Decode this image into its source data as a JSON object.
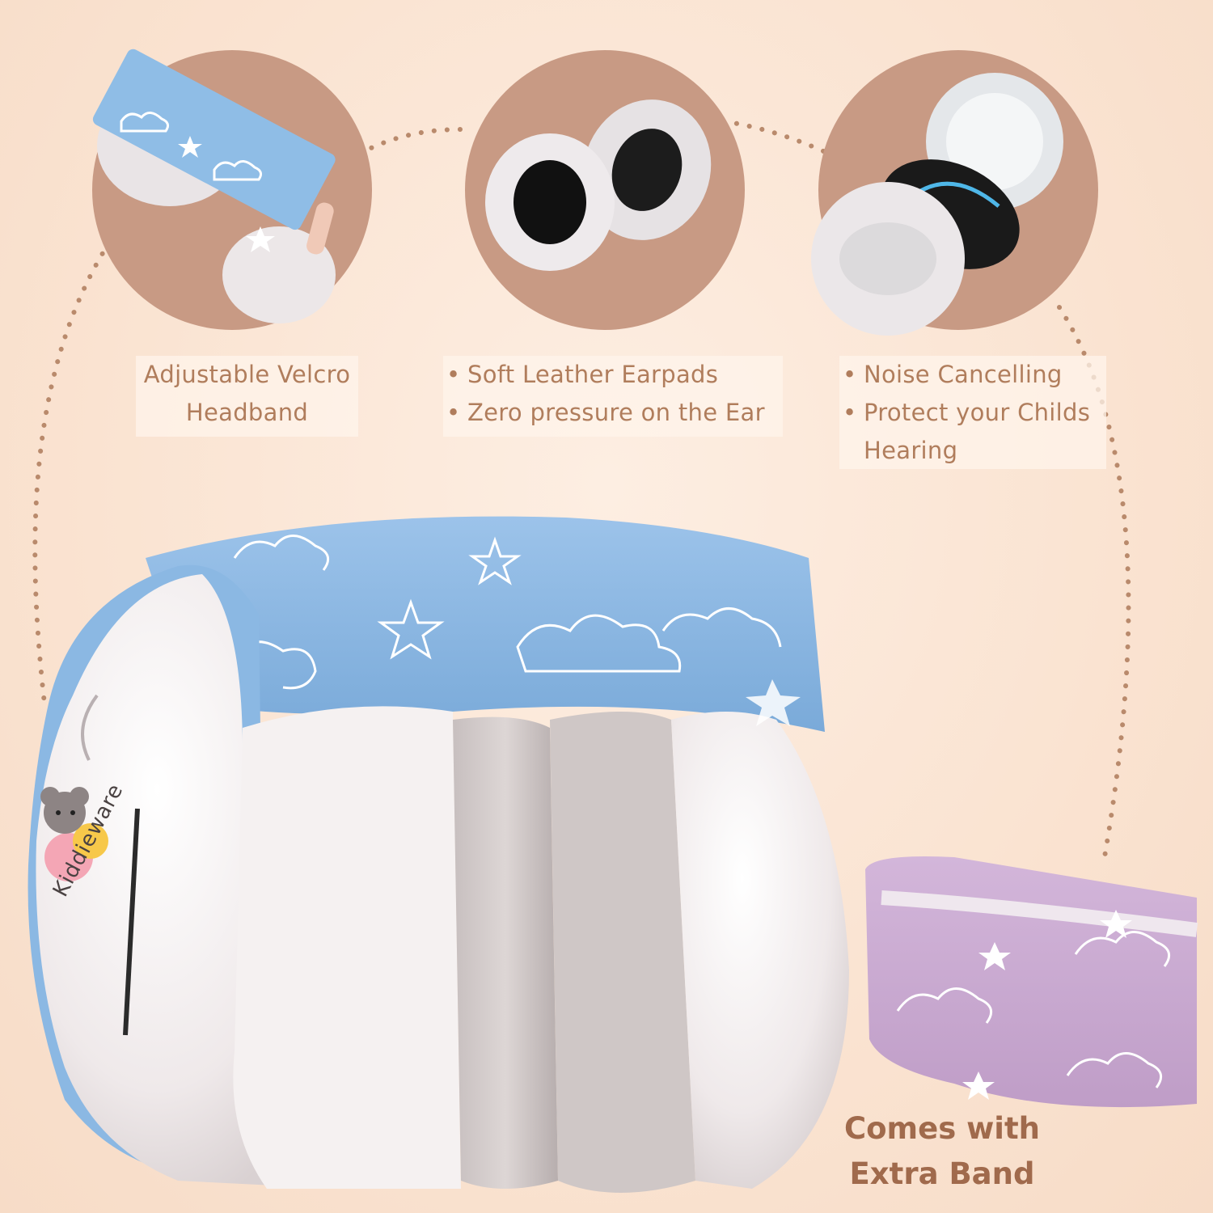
{
  "features": [
    {
      "lines": [
        "Adjustable Velcro",
        "Headband"
      ]
    },
    {
      "bullets": [
        "Soft Leather Earpads",
        "Zero pressure on the Ear"
      ]
    },
    {
      "bullets": [
        "Noise Cancelling",
        "Protect your Childs Hearing"
      ]
    }
  ],
  "extra_band": {
    "line1": "Comes with",
    "line2": "Extra Band"
  },
  "brand": {
    "name": "Kiddieware"
  },
  "colors": {
    "background": "#fae3d1",
    "circle": "#c89a84",
    "text": "#b07d5c",
    "band_blue": "#8bb8e3",
    "band_purple": "#c7a7cf",
    "shell": "#f3eeee"
  }
}
